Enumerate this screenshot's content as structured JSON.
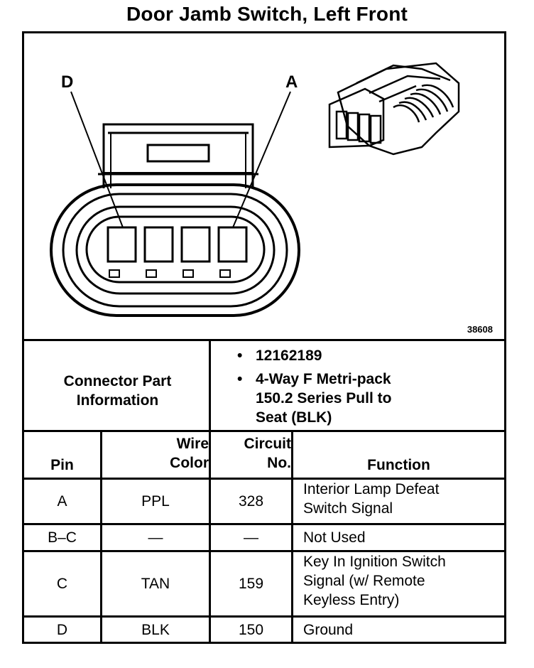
{
  "title": "Door Jamb Switch, Left Front",
  "diagram": {
    "figure_number": "38608",
    "pin_callouts": {
      "left": "D",
      "right": "A"
    },
    "icons": [
      "connector-face-drawing",
      "connector-3d-drawing"
    ]
  },
  "connector_info": {
    "label_line1": "Connector Part",
    "label_line2": "Information",
    "items": [
      {
        "bullet": "•",
        "line1": "12162189",
        "line2": "",
        "line3": ""
      },
      {
        "bullet": "•",
        "line1": "4-Way F Metri-pack",
        "line2": "150.2 Series Pull to",
        "line3": "Seat (BLK)"
      }
    ]
  },
  "table": {
    "headers": {
      "pin": "Pin",
      "wire_line1": "Wire",
      "wire_line2": "Color",
      "circuit_line1": "Circuit",
      "circuit_line2": "No.",
      "function": "Function"
    },
    "rows": [
      {
        "pin": "A",
        "wire": "PPL",
        "circuit": "328",
        "func1": "Interior Lamp Defeat",
        "func2": "Switch Signal",
        "func3": ""
      },
      {
        "pin": "B–C",
        "wire": "—",
        "circuit": "—",
        "func1": "Not Used",
        "func2": "",
        "func3": ""
      },
      {
        "pin": "C",
        "wire": "TAN",
        "circuit": "159",
        "func1": "Key In Ignition Switch",
        "func2": "Signal (w/ Remote",
        "func3": "Keyless Entry)"
      },
      {
        "pin": "D",
        "wire": "BLK",
        "circuit": "150",
        "func1": "Ground",
        "func2": "",
        "func3": ""
      }
    ]
  }
}
